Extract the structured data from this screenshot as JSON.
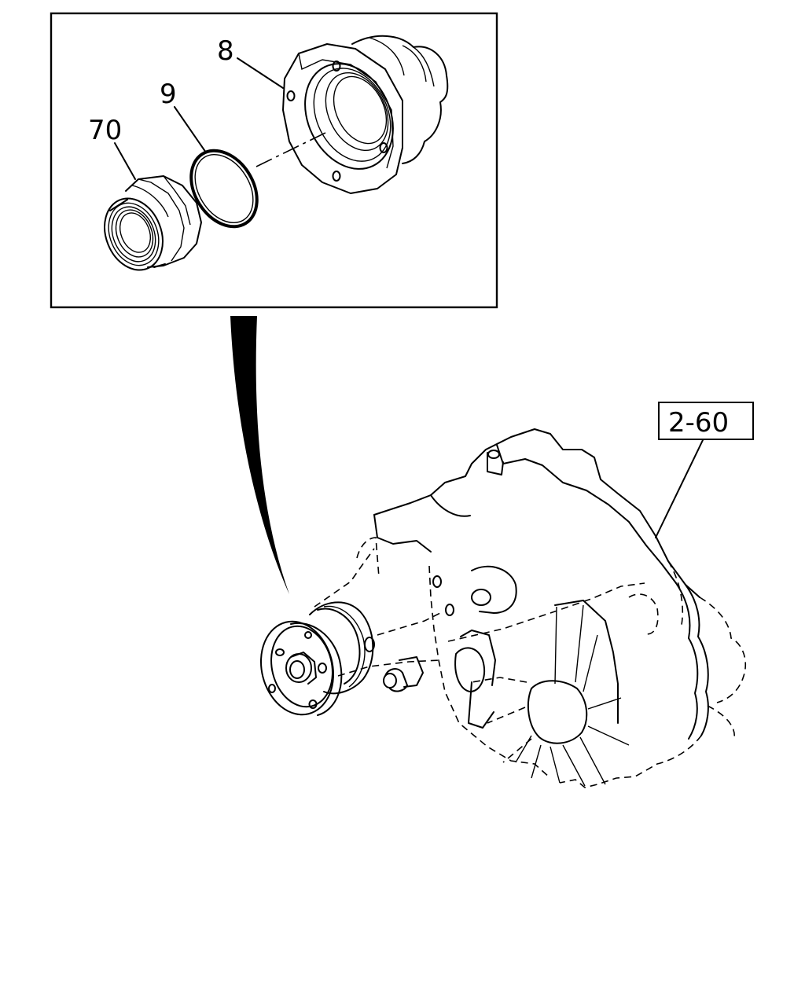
{
  "callouts": {
    "part_70": "70",
    "part_9": "9",
    "part_8": "8",
    "ref_assembly": "2-60"
  }
}
